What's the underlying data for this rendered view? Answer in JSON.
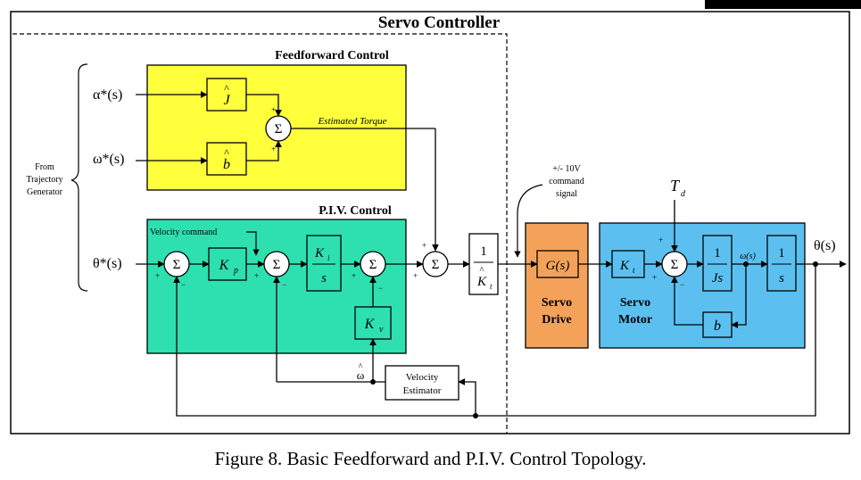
{
  "title": "Servo Controller",
  "feedforward": {
    "title": "Feedforward Control",
    "estimated_torque": "Estimated Torque",
    "j_hat": "J",
    "b_hat": "b",
    "hat": "^"
  },
  "piv": {
    "title": "P.I.V. Control",
    "velocity_command": "Velocity command",
    "kp": "K",
    "kp_sub": "p",
    "ki": "K",
    "ki_sub": "i",
    "ki_den": "s",
    "kv": "K",
    "kv_sub": "v"
  },
  "inputs": {
    "alpha": "α*(s)",
    "omega": "ω*(s)",
    "theta": "θ*(s)",
    "from_label": [
      "From",
      "Trajectory",
      "Generator"
    ]
  },
  "kt_block": {
    "num": "1",
    "den": "K",
    "den_sub": "t",
    "hat": "^"
  },
  "command_signal": [
    "+/- 10V",
    "command",
    "signal"
  ],
  "servo_drive": {
    "block": "G(s)",
    "label": [
      "Servo",
      "Drive"
    ],
    "color": "#f4a25a"
  },
  "servo_motor": {
    "kt": "K",
    "kt_sub": "t",
    "js_num": "1",
    "js_den": "Js",
    "omega": "ω(s)",
    "int_num": "1",
    "int_den": "s",
    "b": "b",
    "label": [
      "Servo",
      "Motor"
    ],
    "color": "#5bc0f0"
  },
  "disturbance": "T",
  "disturbance_sub": "d",
  "output": "θ(s)",
  "velocity_estimator": [
    "Velocity",
    "Estimator"
  ],
  "omega_hat": "ω",
  "omega_hat_mark": "^",
  "sigma": "Σ",
  "colors": {
    "feedforward": "#ffff3c",
    "piv": "#2ee0b0"
  },
  "caption": "Figure 8. Basic Feedforward and P.I.V. Control Topology."
}
